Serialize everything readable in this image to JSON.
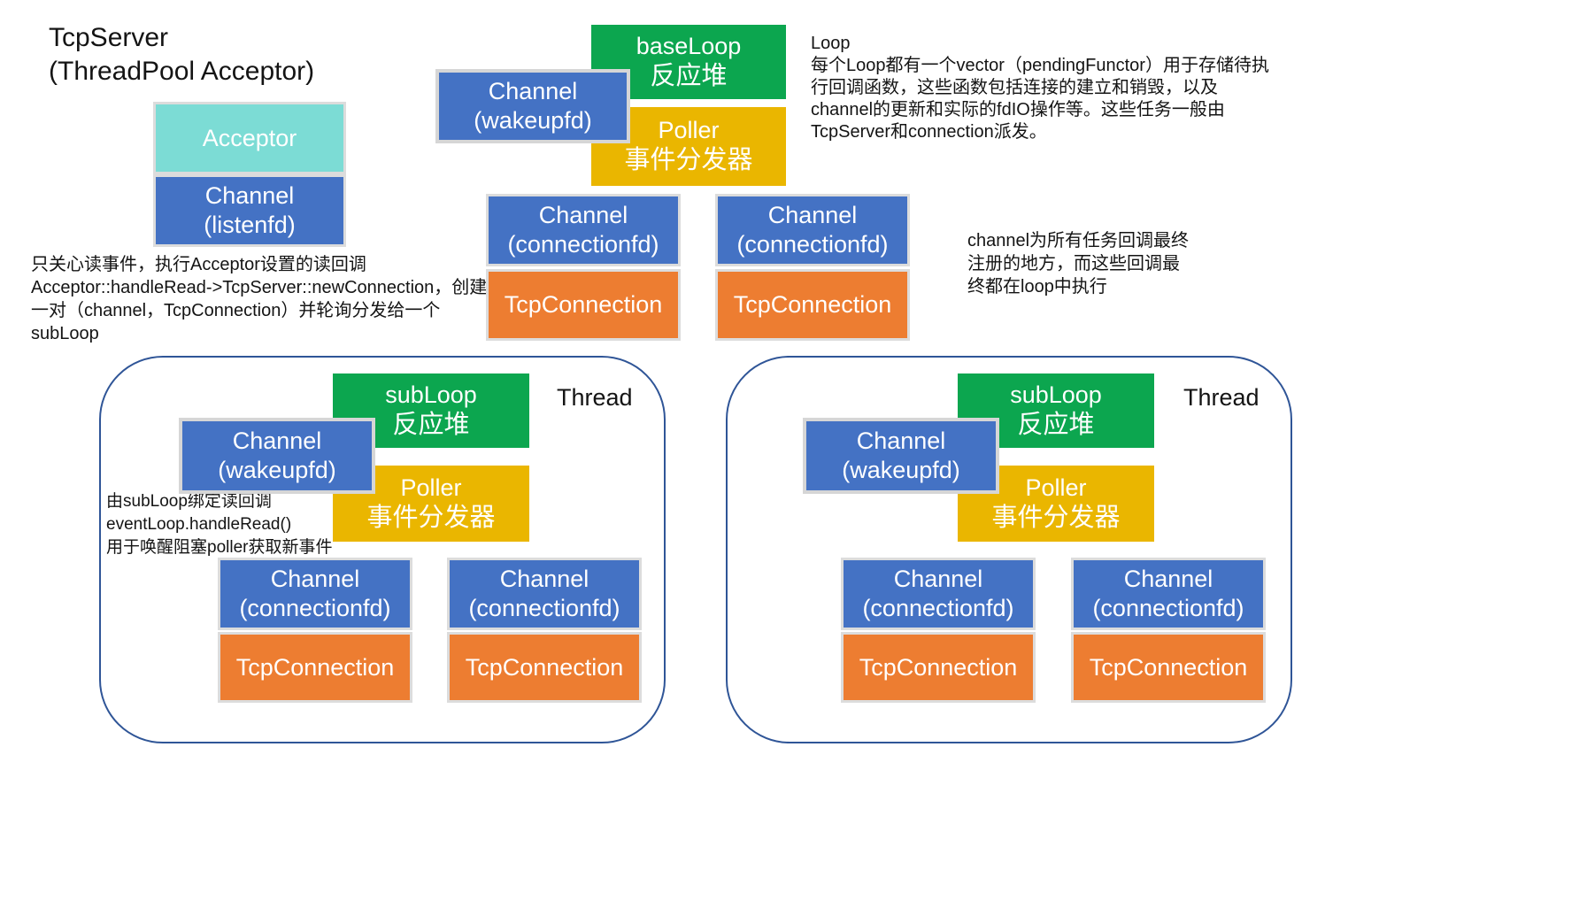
{
  "title": {
    "line1": "TcpServer",
    "line2": "(ThreadPool Acceptor)"
  },
  "acceptor_stack": {
    "acceptor_label": "Acceptor",
    "channel_label": "Channel",
    "channel_fd": "(listenfd)"
  },
  "acceptor_note": {
    "line1": "只关心读事件，执行Acceptor设置的读回调",
    "line2": "Acceptor::handleRead->TcpServer::newConnection，创建",
    "line3": "一对（channel，TcpConnection）并轮询分发给一个",
    "line4": "subLoop"
  },
  "base_loop": {
    "loop_label": "baseLoop",
    "loop_cn": "反应堆",
    "wakeup_channel_label": "Channel",
    "wakeup_channel_fd": "(wakeupfd)",
    "poller_label": "Poller",
    "poller_cn": "事件分发器"
  },
  "loop_note": {
    "title": "Loop",
    "line1": "每个Loop都有一个vector（pendingFunctor）用于存储待执",
    "line2": "行回调函数，这些函数包括连接的建立和销毁，以及",
    "line3": "channel的更新和实际的fdIO操作等。这些任务一般由",
    "line4": "TcpServer和connection派发。"
  },
  "main_connections": [
    {
      "channel_label": "Channel",
      "channel_fd": "(connectionfd)",
      "tcp_label": "TcpConnection"
    },
    {
      "channel_label": "Channel",
      "channel_fd": "(connectionfd)",
      "tcp_label": "TcpConnection"
    }
  ],
  "channel_note": {
    "line1": "channel为所有任务回调最终",
    "line2": "注册的地方，而这些回调最",
    "line3": "终都在loop中执行"
  },
  "threads": [
    {
      "label": "Thread",
      "subloop_label": "subLoop",
      "subloop_cn": "反应堆",
      "wakeup_channel_label": "Channel",
      "wakeup_channel_fd": "(wakeupfd)",
      "poller_label": "Poller",
      "poller_cn": "事件分发器",
      "note": {
        "line1": "由subLoop绑定读回调",
        "line2": "eventLoop.handleRead()",
        "line3": "用于唤醒阻塞poller获取新事件"
      },
      "connections": [
        {
          "channel_label": "Channel",
          "channel_fd": "(connectionfd)",
          "tcp_label": "TcpConnection"
        },
        {
          "channel_label": "Channel",
          "channel_fd": "(connectionfd)",
          "tcp_label": "TcpConnection"
        }
      ]
    },
    {
      "label": "Thread",
      "subloop_label": "subLoop",
      "subloop_cn": "反应堆",
      "wakeup_channel_label": "Channel",
      "wakeup_channel_fd": "(wakeupfd)",
      "poller_label": "Poller",
      "poller_cn": "事件分发器",
      "connections": [
        {
          "channel_label": "Channel",
          "channel_fd": "(connectionfd)",
          "tcp_label": "TcpConnection"
        },
        {
          "channel_label": "Channel",
          "channel_fd": "(connectionfd)",
          "tcp_label": "TcpConnection"
        }
      ]
    }
  ],
  "colors": {
    "reactor_green": "#0CA64F",
    "channel_blue": "#4472C4",
    "poller_gold": "#EAB600",
    "tcpconnection_orange": "#ED7D31",
    "acceptor_teal": "#7CDCD5",
    "thread_border_blue": "#2F5597"
  }
}
